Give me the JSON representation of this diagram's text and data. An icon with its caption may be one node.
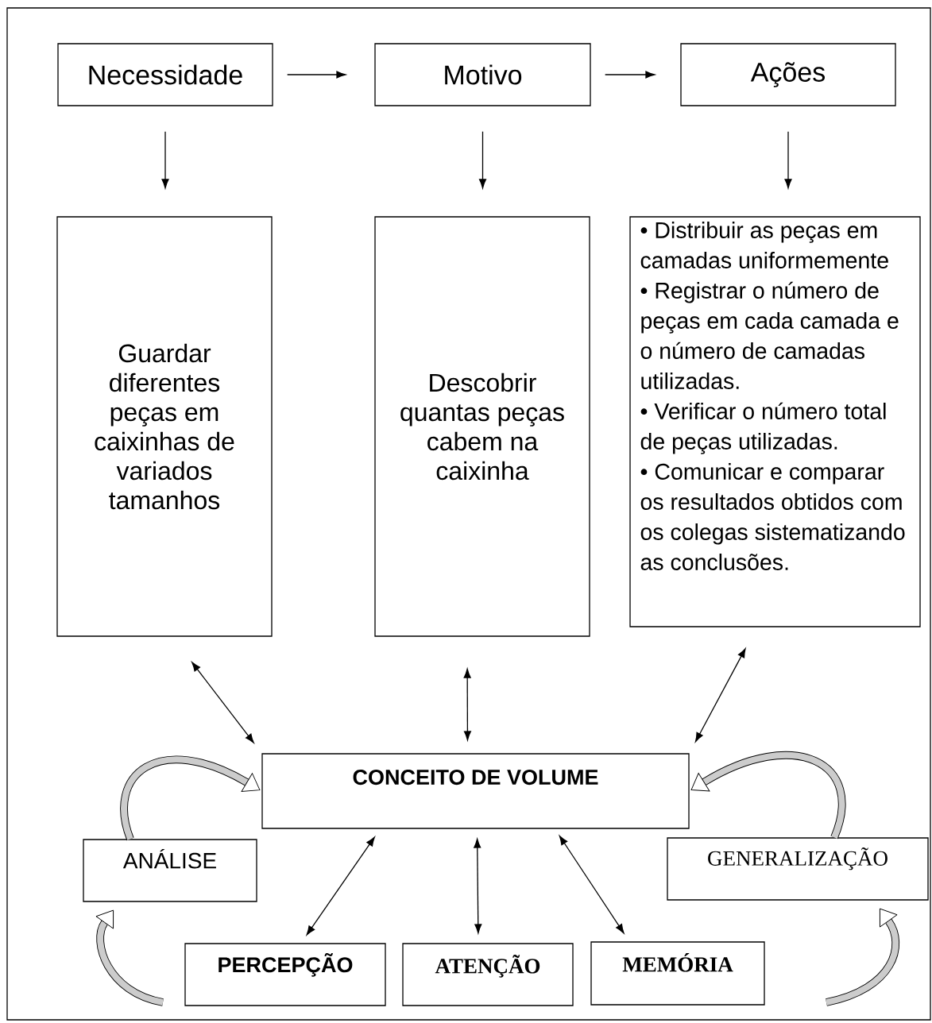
{
  "diagram": {
    "nodes": [
      {
        "text": [
          "Necessidade"
        ]
      },
      {
        "text": [
          "Motivo"
        ]
      },
      {
        "text": [
          "Ações"
        ]
      },
      {
        "text": [
          "Guardar diferentes peças em caixinhas de variados tamanhos"
        ]
      },
      {
        "text": [
          "Descobrir quantas peças cabem na caixinha"
        ]
      },
      {
        "text": [
          "• Distribuir as peças em camadas uniformemente",
          "• Registrar o número de peças em cada camada e o número de camadas utilizadas.",
          "• Verificar o número total de peças utilizadas.",
          "• Comunicar e comparar os resultados obtidos com os colegas sistematizando as conclusões."
        ]
      },
      {
        "text": [
          "CONCEITO DE VOLUME"
        ]
      },
      {
        "text": [
          "ANÁLISE"
        ]
      },
      {
        "text": [
          "GENERALIZAÇÃO"
        ]
      },
      {
        "text": [
          "PERCEPÇÃO"
        ]
      },
      {
        "text": [
          "ATENÇÃO"
        ]
      },
      {
        "text": [
          "MEMÓRIA"
        ]
      }
    ],
    "edges": [
      {
        "from": 0,
        "to": 1,
        "arrow": "to"
      },
      {
        "from": 1,
        "to": 2,
        "arrow": "to"
      },
      {
        "from": 0,
        "to": 3,
        "arrow": "to"
      },
      {
        "from": 1,
        "to": 4,
        "arrow": "to"
      },
      {
        "from": 2,
        "to": 5,
        "arrow": "to"
      },
      {
        "from": 3,
        "to": 6,
        "arrow": "both"
      },
      {
        "from": 4,
        "to": 6,
        "arrow": "both"
      },
      {
        "from": 5,
        "to": 6,
        "arrow": "both"
      },
      {
        "from": 6,
        "to": 9,
        "arrow": "both"
      },
      {
        "from": 6,
        "to": 10,
        "arrow": "both"
      },
      {
        "from": 6,
        "to": 11,
        "arrow": "both"
      },
      {
        "from": 7,
        "to": 6,
        "arrow": "to",
        "style": "thick"
      },
      {
        "from": null,
        "to": 7,
        "arrow": "to",
        "style": "thick"
      },
      {
        "from": 8,
        "to": 6,
        "arrow": "to",
        "style": "thick"
      },
      {
        "from": null,
        "to": 8,
        "arrow": "to",
        "style": "thick"
      }
    ]
  }
}
